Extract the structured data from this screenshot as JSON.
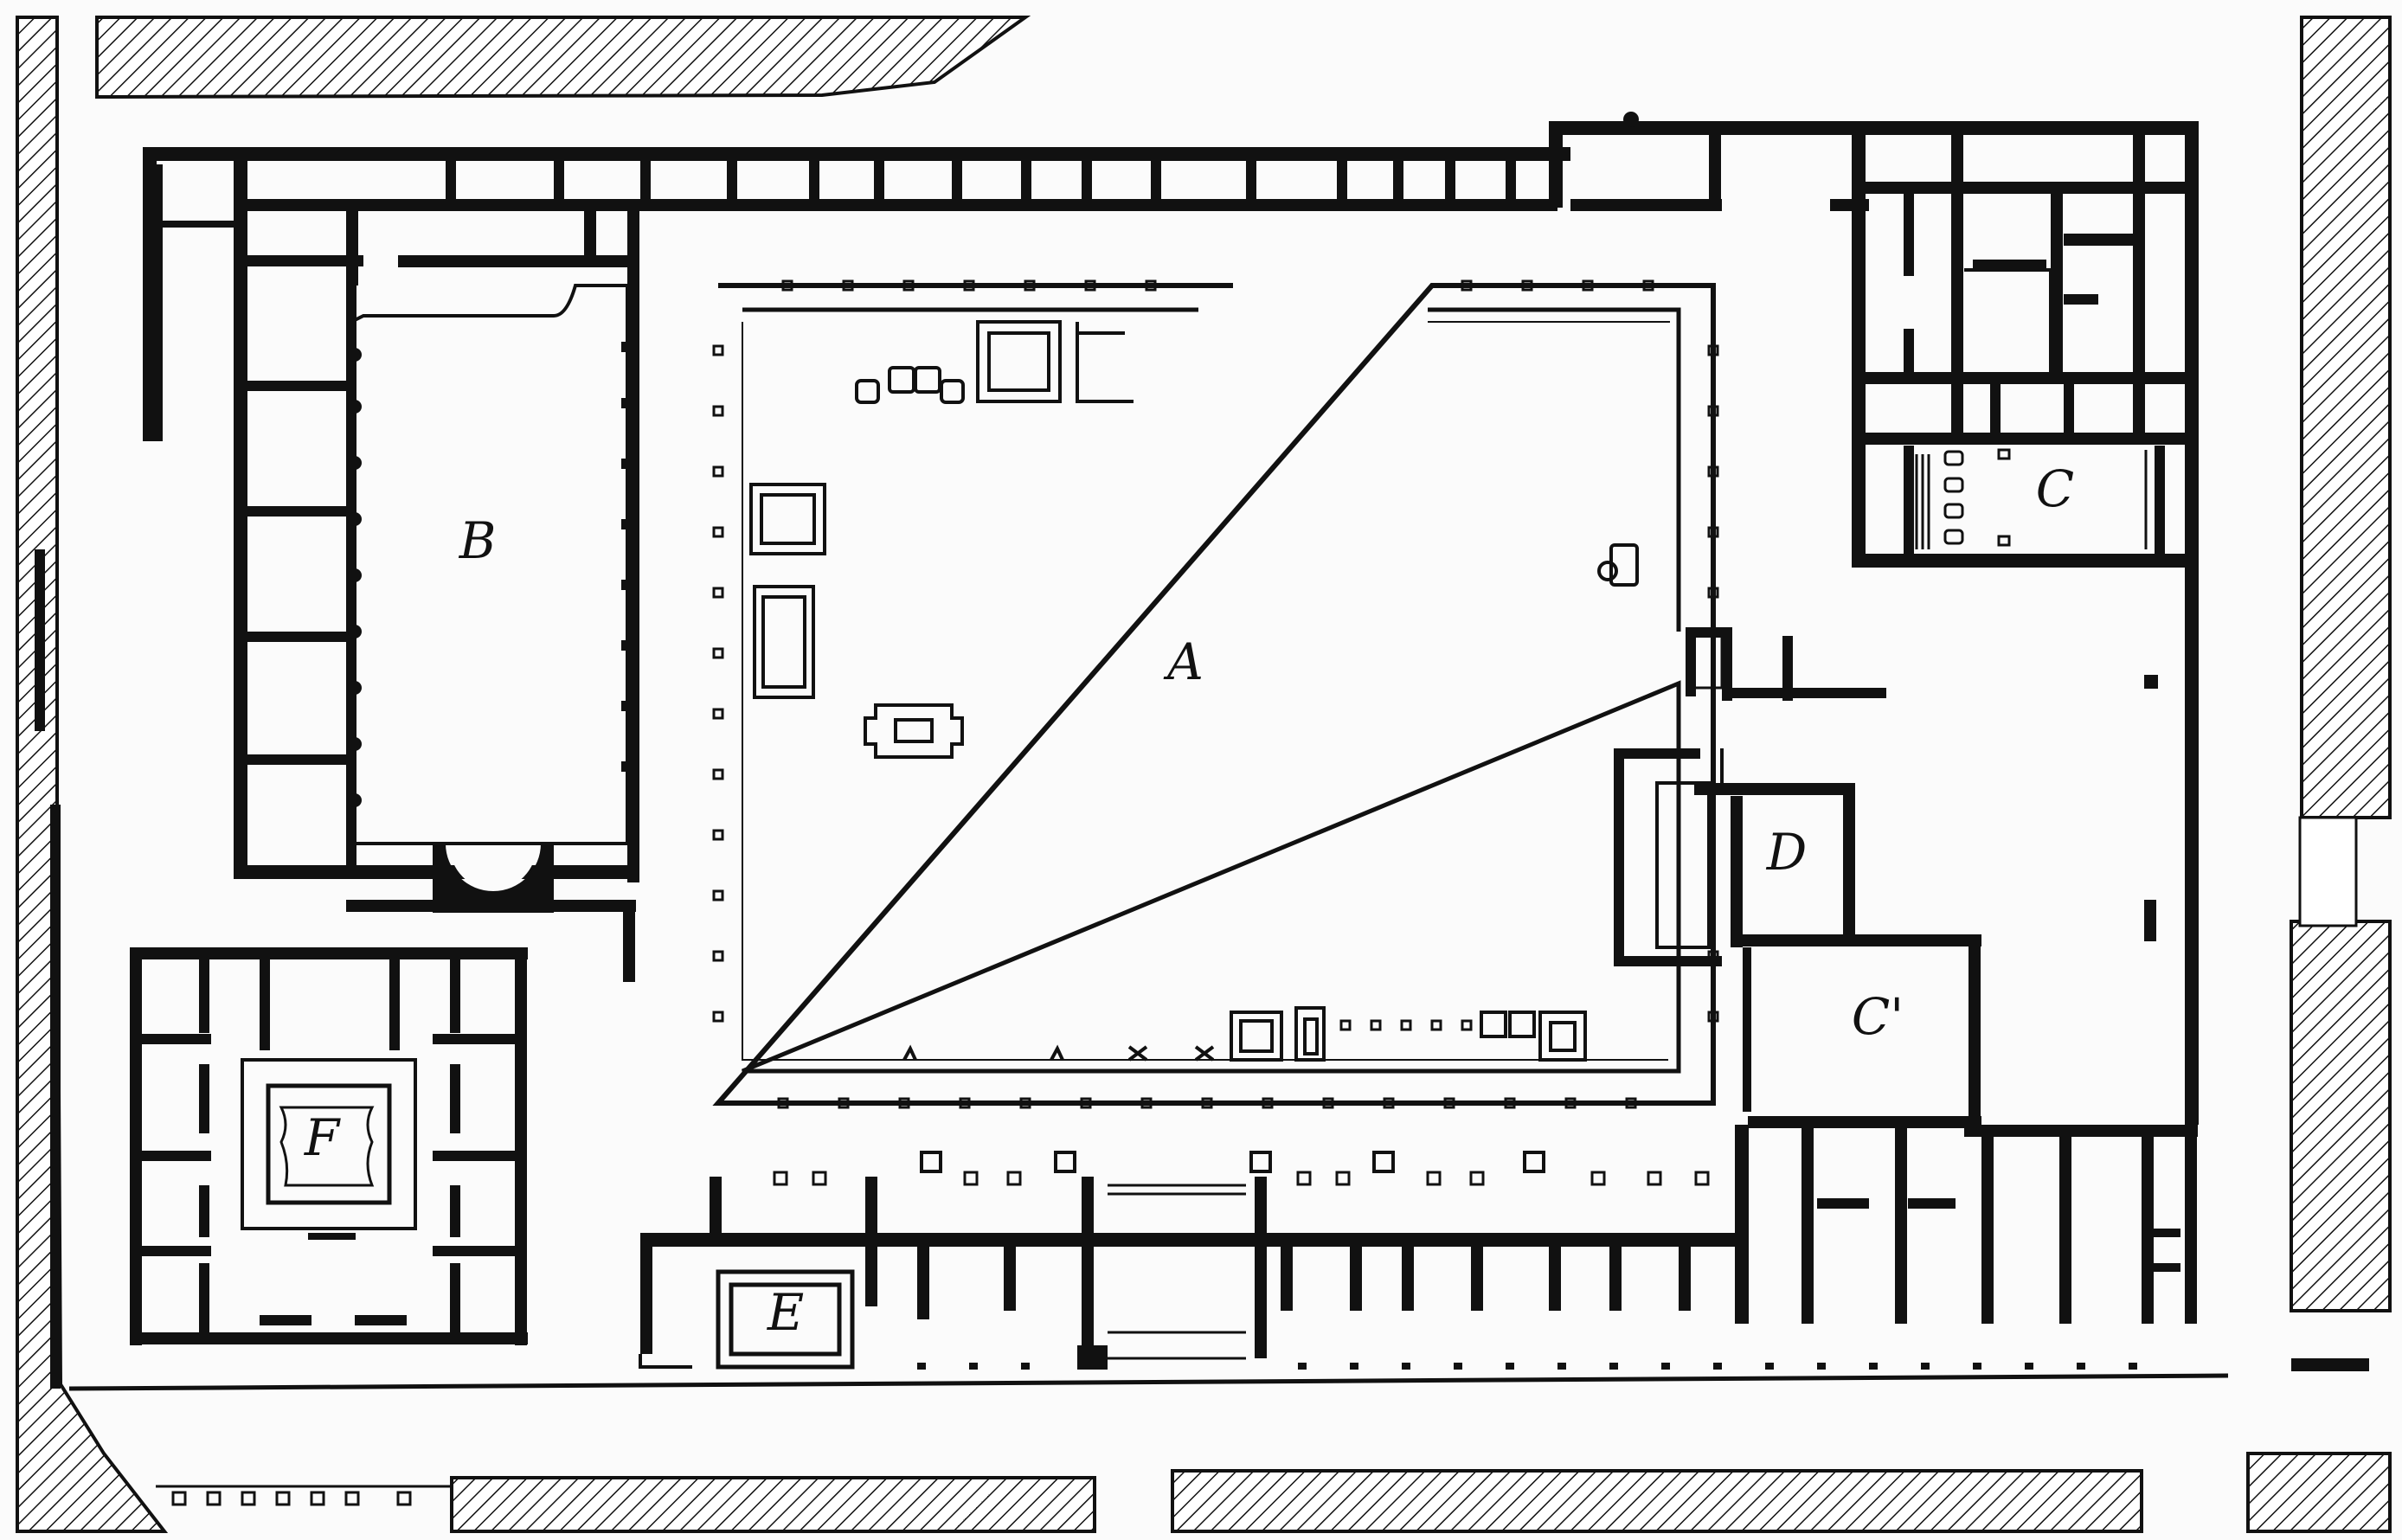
{
  "plan": {
    "labels": {
      "a": "A",
      "b": "B",
      "c": "C",
      "c_prime": "C'",
      "d": "D",
      "e": "E",
      "f": "F"
    }
  },
  "colors": {
    "ink": "#111111",
    "paper": "#ffffff",
    "street": "#f4f4f4"
  }
}
